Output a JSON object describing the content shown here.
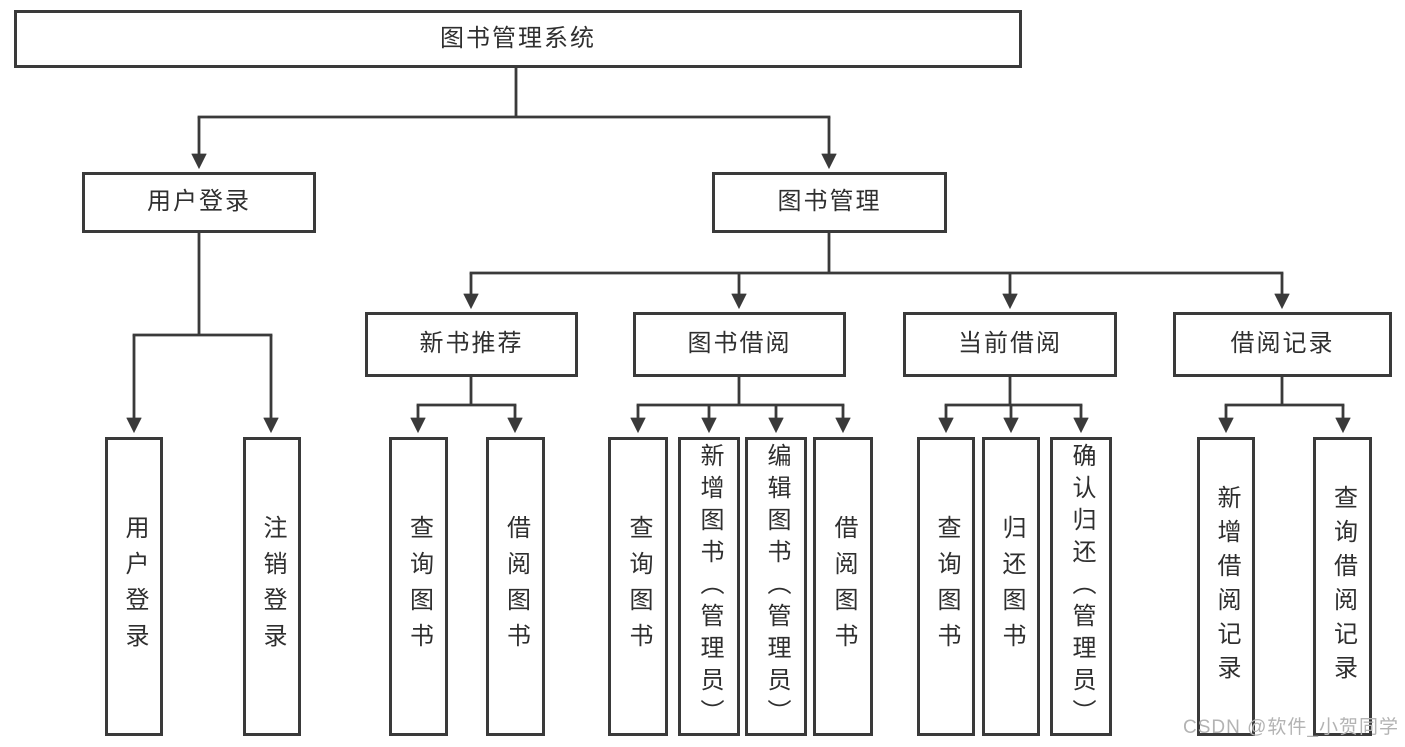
{
  "colors": {
    "line": "#3a3a3a",
    "text": "#2f2f2f",
    "watermark": "#b3b3b3",
    "bg": "#ffffff"
  },
  "diagram": {
    "tree": {
      "label": "图书管理系统",
      "children": [
        {
          "label": "用户登录",
          "children": [
            {
              "label": "用户登录"
            },
            {
              "label": "注销登录"
            }
          ]
        },
        {
          "label": "图书管理",
          "children": [
            {
              "label": "新书推荐",
              "children": [
                {
                  "label": "查询图书"
                },
                {
                  "label": "借阅图书"
                }
              ]
            },
            {
              "label": "图书借阅",
              "children": [
                {
                  "label": "查询图书"
                },
                {
                  "label": "新增图书（管理员）"
                },
                {
                  "label": "编辑图书（管理员）"
                },
                {
                  "label": "借阅图书"
                }
              ]
            },
            {
              "label": "当前借阅",
              "children": [
                {
                  "label": "查询图书"
                },
                {
                  "label": "归还图书"
                },
                {
                  "label": "确认归还（管理员）"
                }
              ]
            },
            {
              "label": "借阅记录",
              "children": [
                {
                  "label": "新增借阅记录"
                },
                {
                  "label": "查询借阅记录"
                }
              ]
            }
          ]
        }
      ]
    }
  },
  "watermark": {
    "text": "CSDN @软件_小贺同学"
  }
}
